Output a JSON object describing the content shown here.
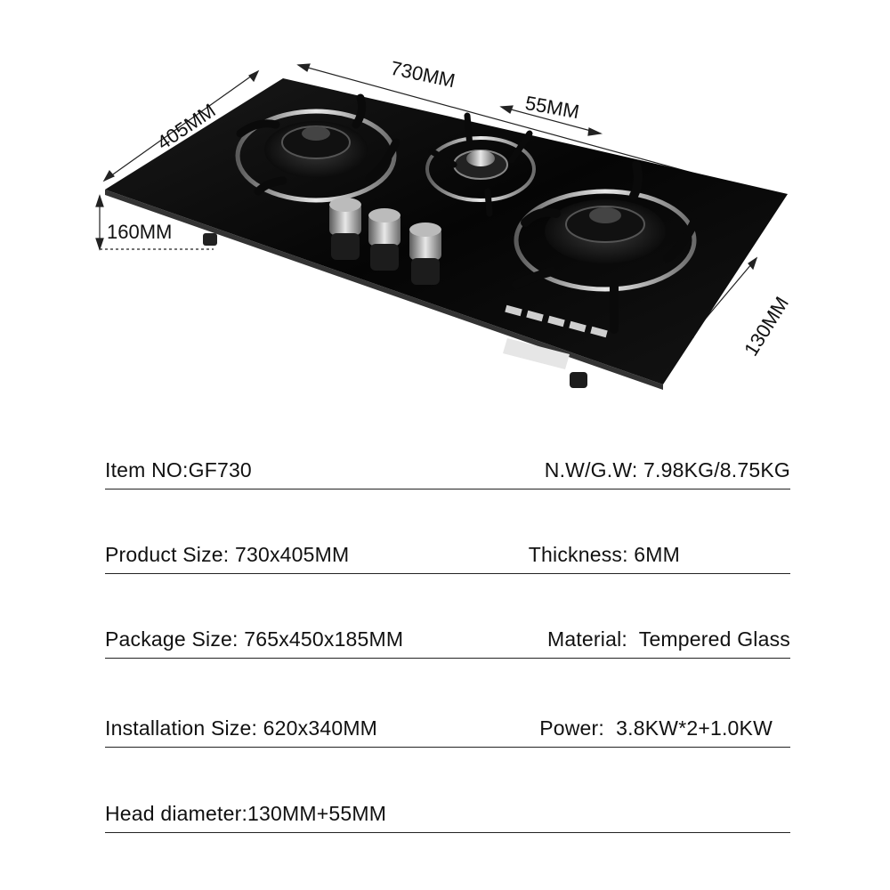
{
  "figure": {
    "dimensions": {
      "length": "730MM",
      "depth": "405MM",
      "small_head": "55MM",
      "height": "160MM",
      "large_head": "130MM"
    }
  },
  "specs": [
    {
      "left": "Item NO:GF730",
      "right": "N.W/G.W: 7.98KG/8.75KG"
    },
    {
      "left": "Product Size: 730x405MM",
      "right": "Thickness: 6MM"
    },
    {
      "left": "Package Size: 765x450x185MM",
      "right": "Material:  Tempered Glass"
    },
    {
      "left": "Installation Size: 620x340MM",
      "right": "Power:  3.8KW*2+1.0KW"
    },
    {
      "left": "Head diameter:130MM+55MM",
      "right": ""
    }
  ]
}
